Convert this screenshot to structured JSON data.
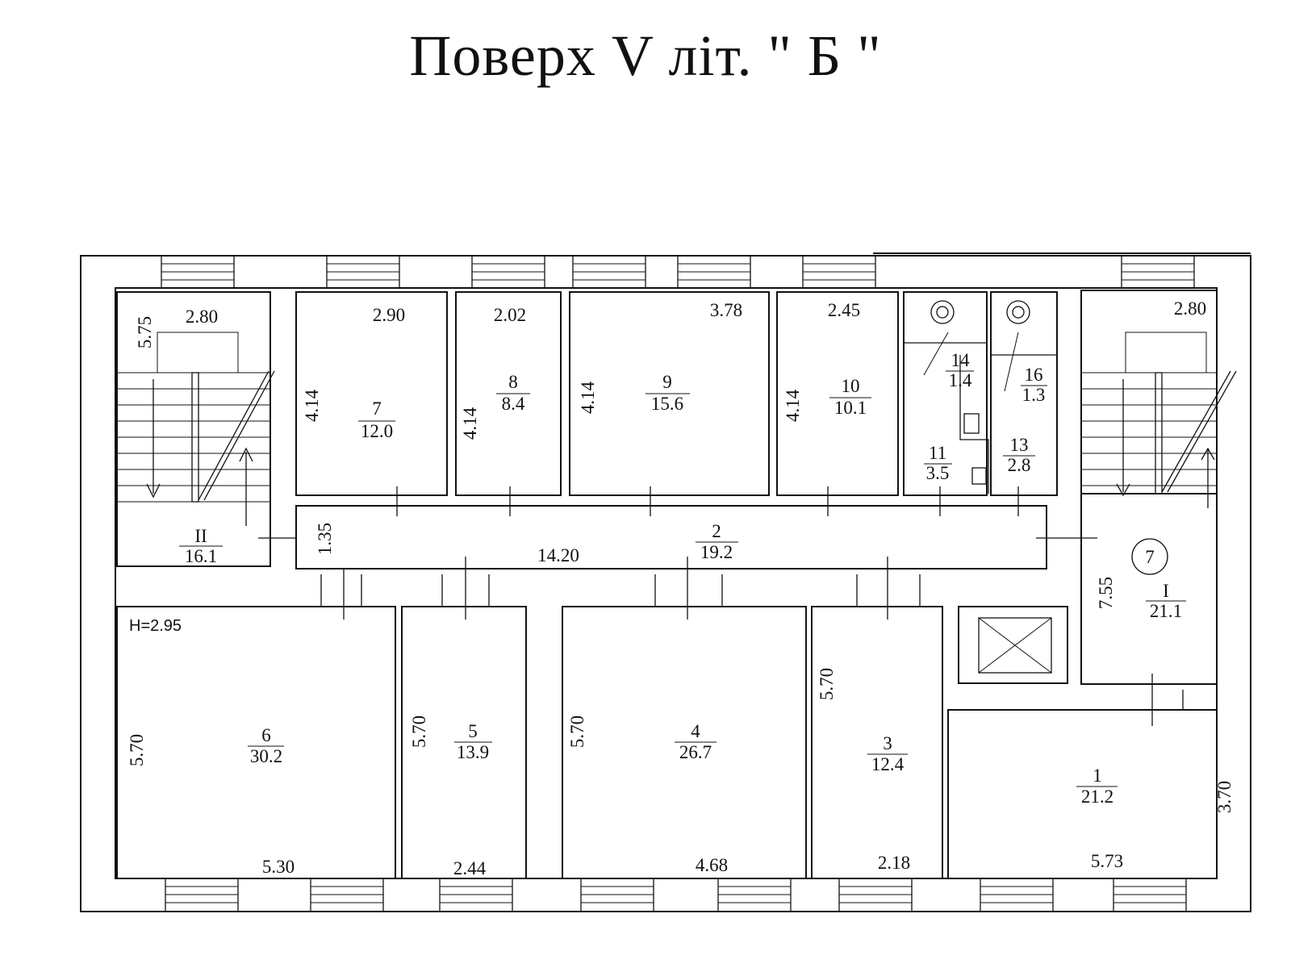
{
  "title": "Поверх V літ. \" Б \"",
  "height_label": "H=2.95",
  "rooms": [
    {
      "num": "1",
      "area": "21.2"
    },
    {
      "num": "2",
      "area": "19.2"
    },
    {
      "num": "3",
      "area": "12.4"
    },
    {
      "num": "4",
      "area": "26.7"
    },
    {
      "num": "5",
      "area": "13.9"
    },
    {
      "num": "6",
      "area": "30.2"
    },
    {
      "num": "7",
      "area": "12.0"
    },
    {
      "num": "8",
      "area": "8.4"
    },
    {
      "num": "9",
      "area": "15.6"
    },
    {
      "num": "10",
      "area": "10.1"
    },
    {
      "num": "11",
      "area": "3.5"
    },
    {
      "num": "13",
      "area": "2.8"
    },
    {
      "num": "14",
      "area": "1.4"
    },
    {
      "num": "16",
      "area": "1.3"
    },
    {
      "num": "II",
      "area": "16.1"
    },
    {
      "num": "I",
      "area": "21.1"
    }
  ],
  "section_marker": "7",
  "dimensions": [
    "2.80",
    "5.75",
    "2.90",
    "4.14",
    "2.02",
    "4.14",
    "3.78",
    "4.14",
    "2.45",
    "4.14",
    "2.80",
    "1.35",
    "14.20",
    "7.55",
    "5.70",
    "5.30",
    "5.70",
    "2.44",
    "5.70",
    "4.68",
    "5.70",
    "2.18",
    "3.70",
    "5.73"
  ]
}
